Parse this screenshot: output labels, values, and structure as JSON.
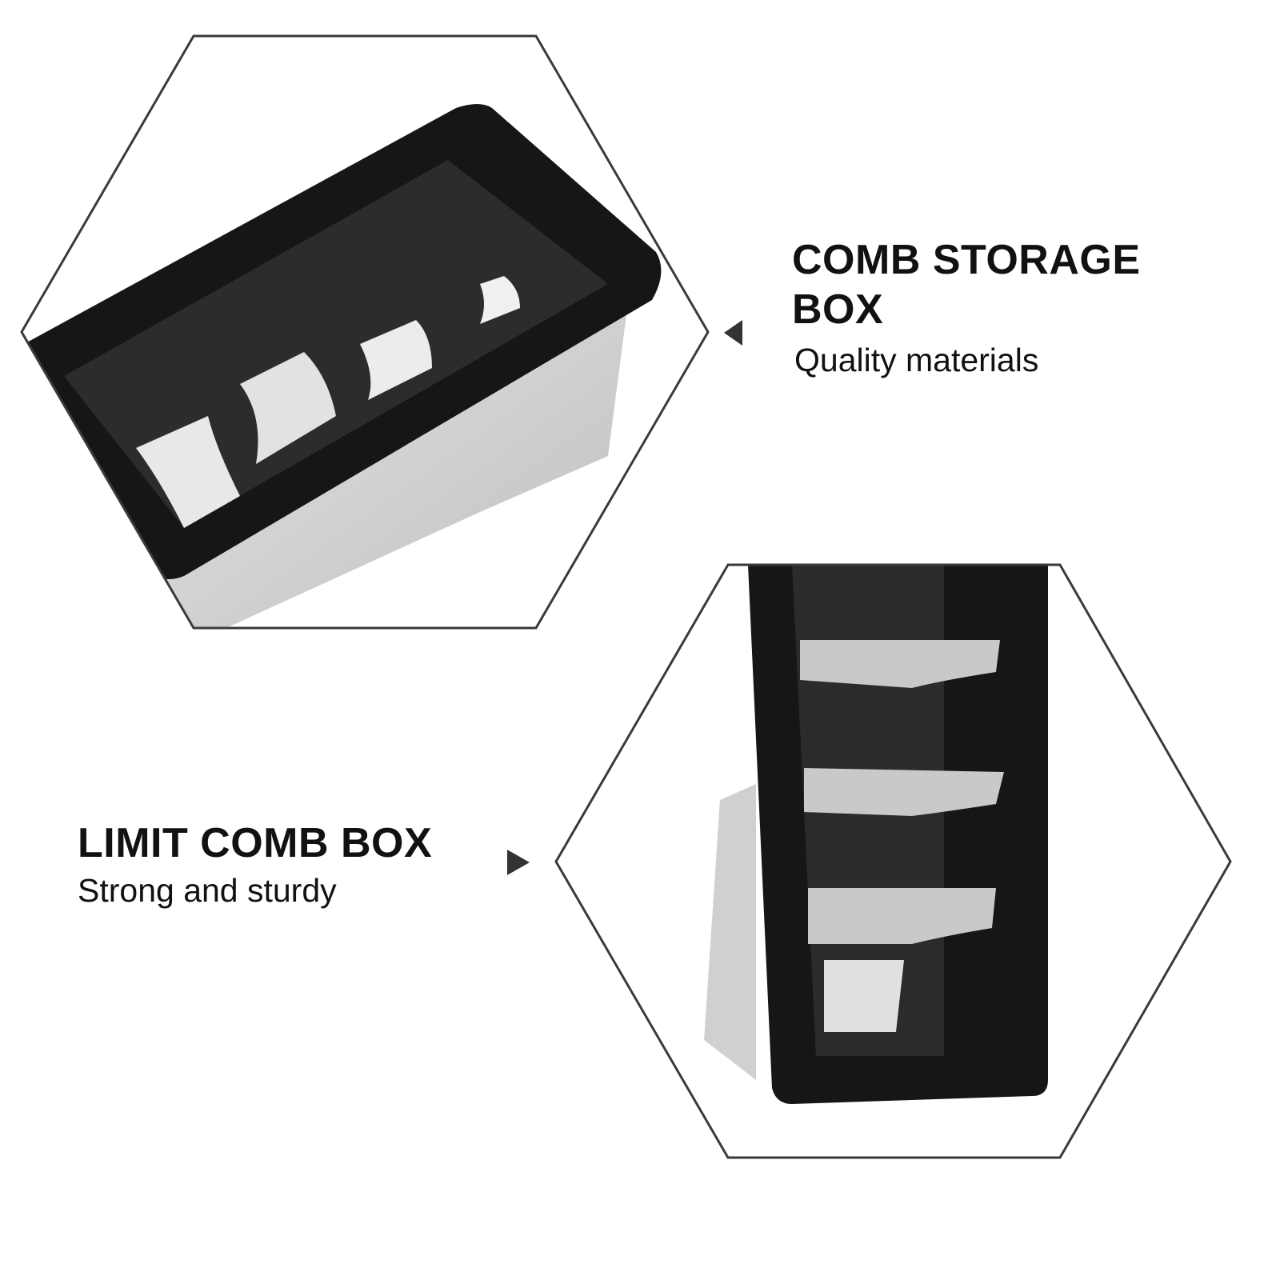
{
  "panels": [
    {
      "title_line1": "COMB STORAGE",
      "title_line2": "BOX",
      "subtitle": "Quality materials",
      "pointer": "left"
    },
    {
      "title_line1": "LIMIT COMB BOX",
      "subtitle": "Strong and sturdy",
      "pointer": "right"
    }
  ],
  "colors": {
    "outline": "#3a3a3a",
    "product": "#1a1a1a",
    "text": "#111111"
  }
}
